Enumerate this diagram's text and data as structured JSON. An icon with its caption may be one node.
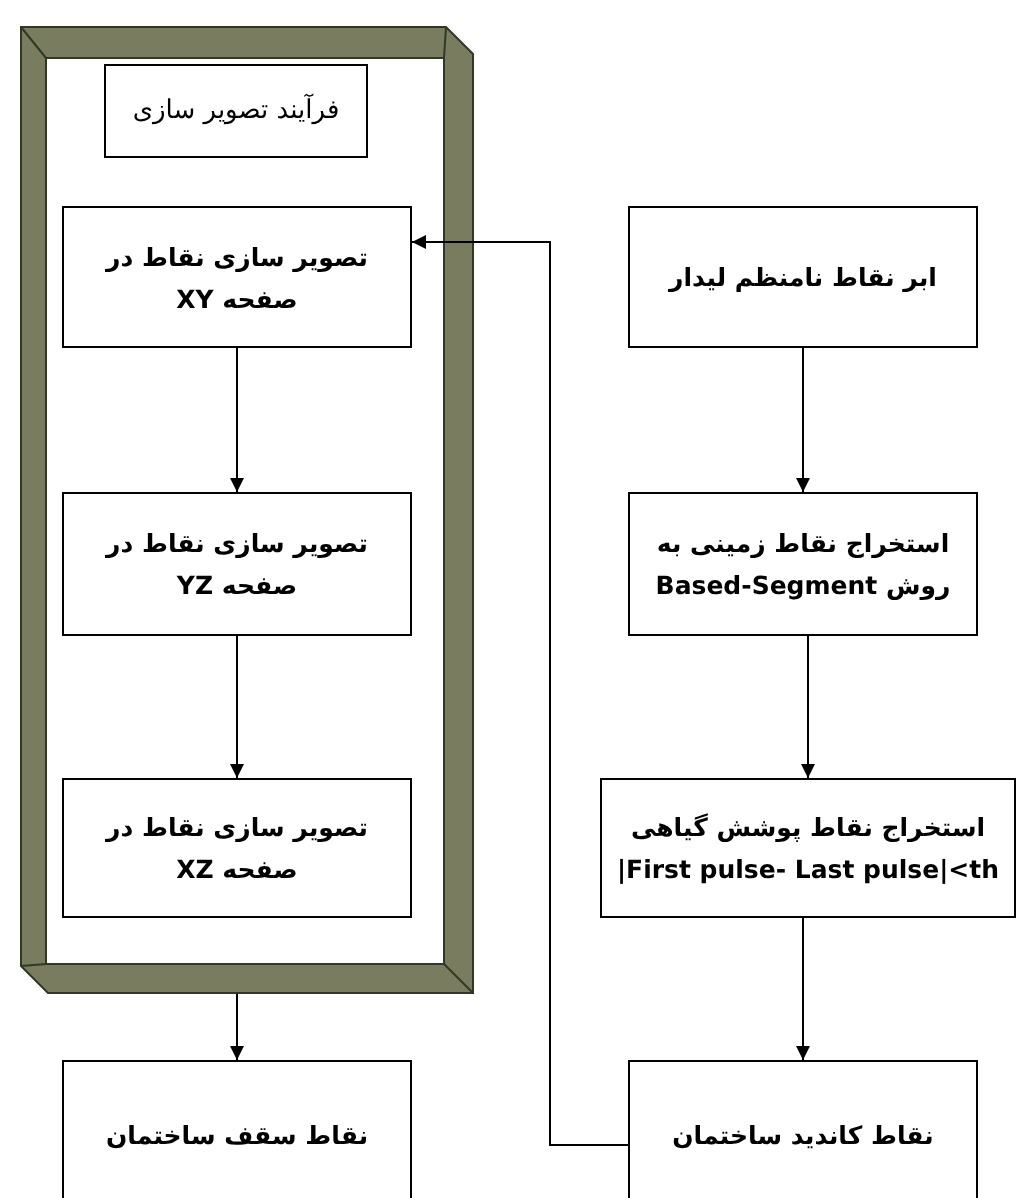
{
  "diagram": {
    "nodes": [
      {
        "text": [],
        "shape": "box"
      },
      {
        "text": [
          "فرآیند تصویر سازی"
        ],
        "in": 0
      },
      {
        "text": [
          "تصویر سازی نقاط در صفحه XY"
        ],
        "in": 0
      },
      {
        "text": [
          "تصویر سازی نقاط در صفحه YZ"
        ],
        "in": 0
      },
      {
        "text": [
          "تصویر سازی نقاط در صفحه XZ"
        ],
        "in": 0
      },
      {
        "text": [
          "نقاط سقف ساختمان"
        ]
      },
      {
        "text": [
          "ابر نقاط نامنظم لیدار"
        ]
      },
      {
        "text": [
          "استخراج نقاط زمینی به روش Based‑Segment"
        ]
      },
      {
        "text": [
          "استخراج نقاط پوشش گیاهی |First pulse- Last pulse|<th"
        ]
      },
      {
        "text": [
          "نقاط کاندید ساختمان"
        ]
      }
    ],
    "edges": [
      {
        "from": 2,
        "to": 3,
        "arrow": "to"
      },
      {
        "from": 3,
        "to": 4,
        "arrow": "to"
      },
      {
        "from": 0,
        "to": 5,
        "arrow": "to"
      },
      {
        "from": 6,
        "to": 7,
        "arrow": "to"
      },
      {
        "from": 7,
        "to": 8,
        "arrow": "to"
      },
      {
        "from": 8,
        "to": 9,
        "arrow": "to"
      },
      {
        "from": 9,
        "to": 2,
        "arrow": "to"
      }
    ]
  }
}
